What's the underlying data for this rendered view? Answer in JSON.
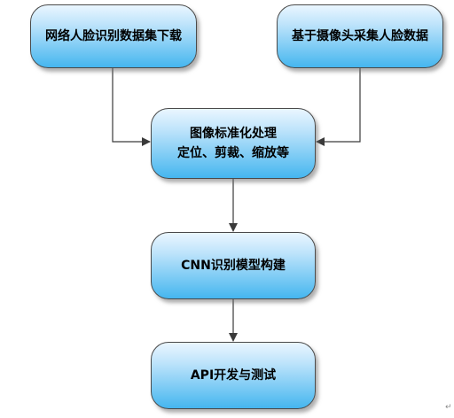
{
  "nodes": {
    "dataset": "网络人脸识别数据集下载",
    "camera": "基于摄像头采集人脸数据",
    "preprocess": {
      "line1": "图像标准化处理",
      "line2": "定位、剪裁、缩放等"
    },
    "cnn": "CNN识别模型构建",
    "api": "API开发与测试"
  },
  "colors": {
    "node_top": "#eaf6ff",
    "node_bottom": "#45b6ef",
    "border": "#4a4a4a",
    "connector": "#3a3a3a"
  },
  "marks": {
    "return_symbol": "↵"
  }
}
